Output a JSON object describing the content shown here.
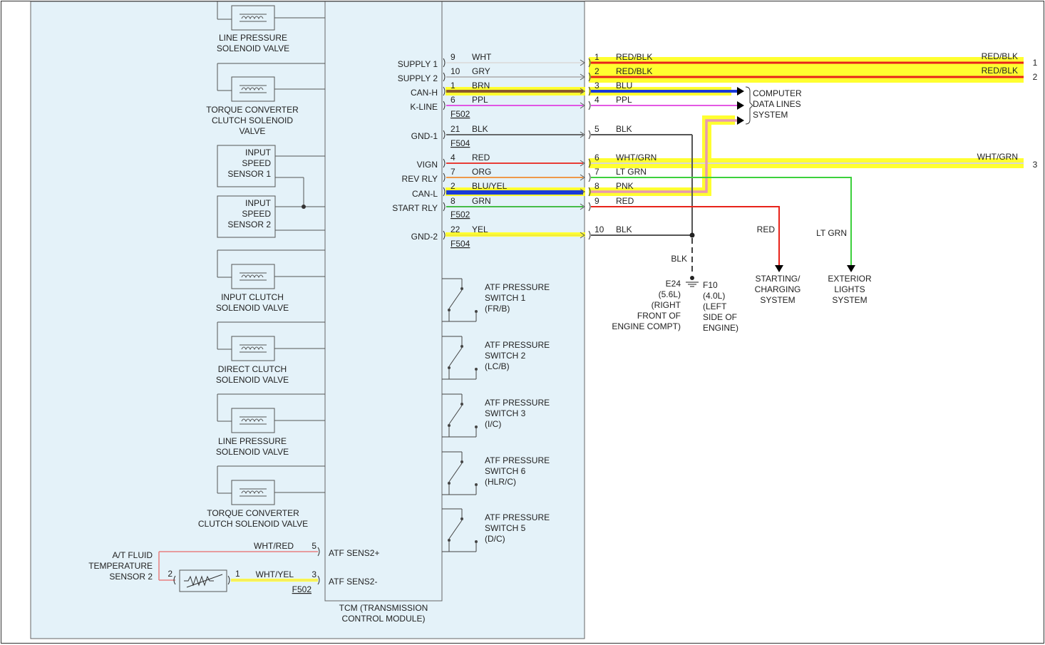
{
  "left_components": [
    {
      "id": "lps1",
      "lines": [
        "LINE PRESSURE",
        "SOLENOID VALVE"
      ],
      "type": "solenoid"
    },
    {
      "id": "tcc1",
      "lines": [
        "TORQUE CONVERTER",
        "CLUTCH SOLENOID",
        "VALVE"
      ],
      "type": "solenoid"
    },
    {
      "id": "iss1",
      "lines": [
        "INPUT",
        "SPEED",
        "SENSOR 1"
      ],
      "type": "sensor"
    },
    {
      "id": "iss2",
      "lines": [
        "INPUT",
        "SPEED",
        "SENSOR 2"
      ],
      "type": "sensor"
    },
    {
      "id": "ics",
      "lines": [
        "INPUT CLUTCH",
        "SOLENOID VALVE"
      ],
      "type": "solenoid"
    },
    {
      "id": "dcs",
      "lines": [
        "DIRECT CLUTCH",
        "SOLENOID VALVE"
      ],
      "type": "solenoid"
    },
    {
      "id": "lps2",
      "lines": [
        "LINE PRESSURE",
        "SOLENOID VALVE"
      ],
      "type": "solenoid"
    },
    {
      "id": "tcc2",
      "lines": [
        "TORQUE CONVERTER",
        "CLUTCH SOLENOID VALVE"
      ],
      "type": "solenoid"
    }
  ],
  "fluid_sensor": {
    "label": [
      "A/T FLUID",
      "TEMPERATURE",
      "SENSOR 2"
    ],
    "pin_left": "2",
    "pin_right": "1",
    "wire_top": {
      "color_name": "WHT/RED",
      "pin": "5",
      "signal": "ATF SENS2+",
      "color": "#e88080"
    },
    "wire_bottom": {
      "color_name": "WHT/YEL",
      "pin": "3",
      "signal": "ATF SENS2-",
      "color": "#f2e27a"
    },
    "connector": "F502"
  },
  "tcm_label": [
    "TCM (TRANSMISSION",
    "CONTROL MODULE)"
  ],
  "tcm_pins": [
    {
      "signal": "SUPPLY 1",
      "pin": "9",
      "wire": "WHT",
      "color": "#dcdcdc",
      "out_pin": "1",
      "out_wire": "RED/BLK",
      "out_color": "#e8231a",
      "hl": true
    },
    {
      "signal": "SUPPLY 2",
      "pin": "10",
      "wire": "GRY",
      "color": "#b5b5b5",
      "out_pin": "2",
      "out_wire": "RED/BLK",
      "out_color": "#e8231a",
      "hl": true
    },
    {
      "signal": "CAN-H",
      "pin": "1",
      "wire": "BRN",
      "color": "#8b5a2b",
      "out_pin": "3",
      "out_wire": "BLU",
      "out_color": "#1a3ad8",
      "hl": true
    },
    {
      "signal": "K-LINE",
      "pin": "6",
      "wire": "PPL",
      "color": "#e040e0",
      "out_pin": "4",
      "out_wire": "PPL",
      "out_color": "#e040e0",
      "hl": false
    },
    {
      "signal": "GND-1",
      "pin": "21",
      "wire": "BLK",
      "color": "#555555",
      "out_pin": "5",
      "out_wire": "BLK",
      "out_color": "#555555",
      "hl": false
    },
    {
      "signal": "VIGN",
      "pin": "4",
      "wire": "RED",
      "color": "#e8231a",
      "out_pin": "6",
      "out_wire": "WHT/GRN",
      "out_color": "#d8d8d8",
      "hl": true
    },
    {
      "signal": "REV RLY",
      "pin": "7",
      "wire": "ORG",
      "color": "#f08c30",
      "out_pin": "7",
      "out_wire": "LT GRN",
      "out_color": "#3cd03c",
      "hl": false
    },
    {
      "signal": "CAN-L",
      "pin": "2",
      "wire": "BLU/YEL",
      "color": "#1a3ad8",
      "out_pin": "8",
      "out_wire": "PNK",
      "out_color": "#e89ab0",
      "hl": true
    },
    {
      "signal": "START RLY",
      "pin": "8",
      "wire": "GRN",
      "color": "#2fb52f",
      "out_pin": "9",
      "out_wire": "RED",
      "out_color": "#e8231a",
      "hl": false
    },
    {
      "signal": "GND-2",
      "pin": "22",
      "wire": "YEL",
      "color": "#f0e640",
      "out_pin": "10",
      "out_wire": "BLK",
      "out_color": "#555555",
      "hl": false
    }
  ],
  "connectors": [
    {
      "name": "F502",
      "after_pin_index": 3
    },
    {
      "name": "F504",
      "after_pin_index": 4
    },
    {
      "name": "F502",
      "after_pin_index": 8
    },
    {
      "name": "F504",
      "after_pin_index": 9
    }
  ],
  "right_wire_labels": [
    {
      "text": "RED/BLK",
      "row": 0,
      "end": "1"
    },
    {
      "text": "RED/BLK",
      "row": 1,
      "end": "2"
    },
    {
      "text": "WHT/GRN",
      "row": 5,
      "end": "3"
    }
  ],
  "computer_data_lines": [
    "COMPUTER",
    "DATA LINES",
    "SYSTEM"
  ],
  "ground_wire": "BLK",
  "grounds": [
    {
      "lines": [
        "E24",
        "(5.6L)",
        "(RIGHT",
        "FRONT OF",
        "ENGINE COMPT)"
      ]
    },
    {
      "lines": [
        "F10",
        "(4.0L)",
        "(LEFT",
        "SIDE OF",
        "ENGINE)"
      ]
    }
  ],
  "starting": {
    "wire": "RED",
    "lines": [
      "STARTING/",
      "CHARGING",
      "SYSTEM"
    ],
    "color": "#e8231a"
  },
  "exterior": {
    "wire": "LT GRN",
    "lines": [
      "EXTERIOR",
      "LIGHTS",
      "SYSTEM"
    ],
    "color": "#3cd03c"
  },
  "pressure_switches": [
    {
      "lines": [
        "ATF PRESSURE",
        "SWITCH 1",
        "(FR/B)"
      ]
    },
    {
      "lines": [
        "ATF PRESSURE",
        "SWITCH 2",
        "(LC/B)"
      ]
    },
    {
      "lines": [
        "ATF PRESSURE",
        "SWITCH 3",
        "(I/C)"
      ]
    },
    {
      "lines": [
        "ATF PRESSURE",
        "SWITCH 6",
        "(HLR/C)"
      ]
    },
    {
      "lines": [
        "ATF PRESSURE",
        "SWITCH 5",
        "(D/C)"
      ]
    }
  ],
  "colors": {
    "panel": "#e4f2f9",
    "highlight": "#ffff30",
    "panel_border": "#666666"
  }
}
